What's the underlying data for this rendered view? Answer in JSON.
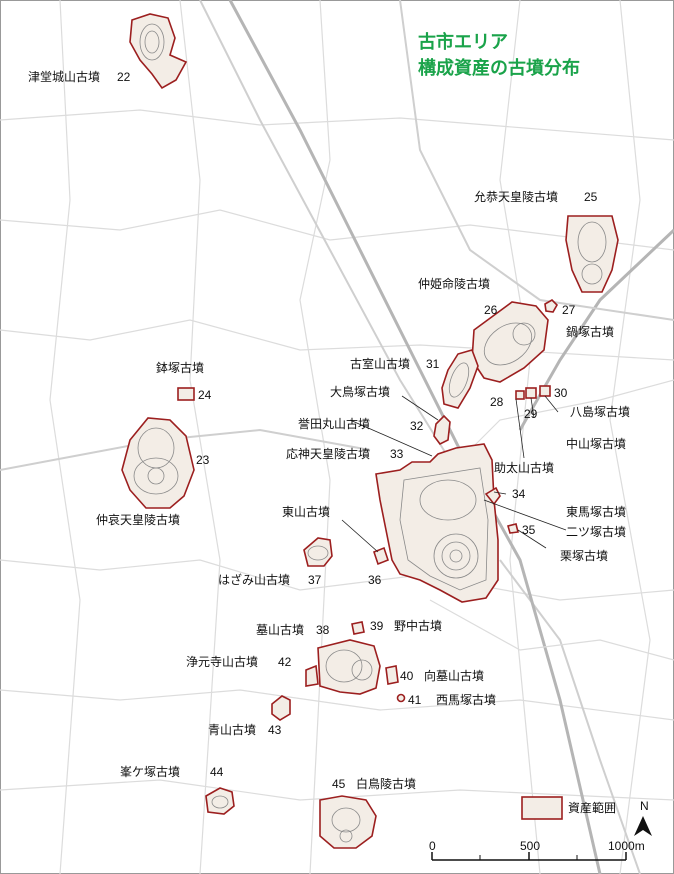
{
  "title": {
    "line1": "古市エリア",
    "line2": "構成資産の古墳分布",
    "color": "#1aa34a"
  },
  "sites": {
    "s22": {
      "name": "津堂城山古墳",
      "num": "22"
    },
    "s23": {
      "name": "仲哀天皇陵古墳",
      "num": "23"
    },
    "s24": {
      "name": "鉢塚古墳",
      "num": "24"
    },
    "s25": {
      "name": "允恭天皇陵古墳",
      "num": "25"
    },
    "s26": {
      "name": "仲姫命陵古墳",
      "num": "26"
    },
    "s27": {
      "name": "鍋塚古墳",
      "num": "27"
    },
    "s28": {
      "name": "助太山古墳",
      "num": "28"
    },
    "s29": {
      "name": "中山塚古墳",
      "num": "29"
    },
    "s30": {
      "name": "八島塚古墳",
      "num": "30"
    },
    "s31": {
      "name": "古室山古墳",
      "num": "31"
    },
    "s32": {
      "name": "大鳥塚古墳",
      "num": "32"
    },
    "s33": {
      "name": "応神天皇陵古墳",
      "num": "33"
    },
    "s33b": {
      "name": "誉田丸山古墳"
    },
    "s34": {
      "name": "東馬塚古墳",
      "num": "34"
    },
    "s34b": {
      "name": "二ツ塚古墳"
    },
    "s35": {
      "name": "栗塚古墳",
      "num": "35"
    },
    "s36": {
      "name": "東山古墳",
      "num": "36"
    },
    "s37": {
      "name": "はざみ山古墳",
      "num": "37"
    },
    "s38": {
      "name": "墓山古墳",
      "num": "38"
    },
    "s39": {
      "name": "野中古墳",
      "num": "39"
    },
    "s40": {
      "name": "向墓山古墳",
      "num": "40"
    },
    "s41": {
      "name": "西馬塚古墳",
      "num": "41"
    },
    "s42": {
      "name": "浄元寺山古墳",
      "num": "42"
    },
    "s43": {
      "name": "青山古墳",
      "num": "43"
    },
    "s44": {
      "name": "峯ケ塚古墳",
      "num": "44"
    },
    "s45": {
      "name": "白鳥陵古墳",
      "num": "45"
    }
  },
  "legend": {
    "label": "資産範囲",
    "border_color": "#9c1f1f"
  },
  "scale": {
    "t0": "0",
    "t1": "500",
    "t2": "1000m"
  },
  "north": "N"
}
